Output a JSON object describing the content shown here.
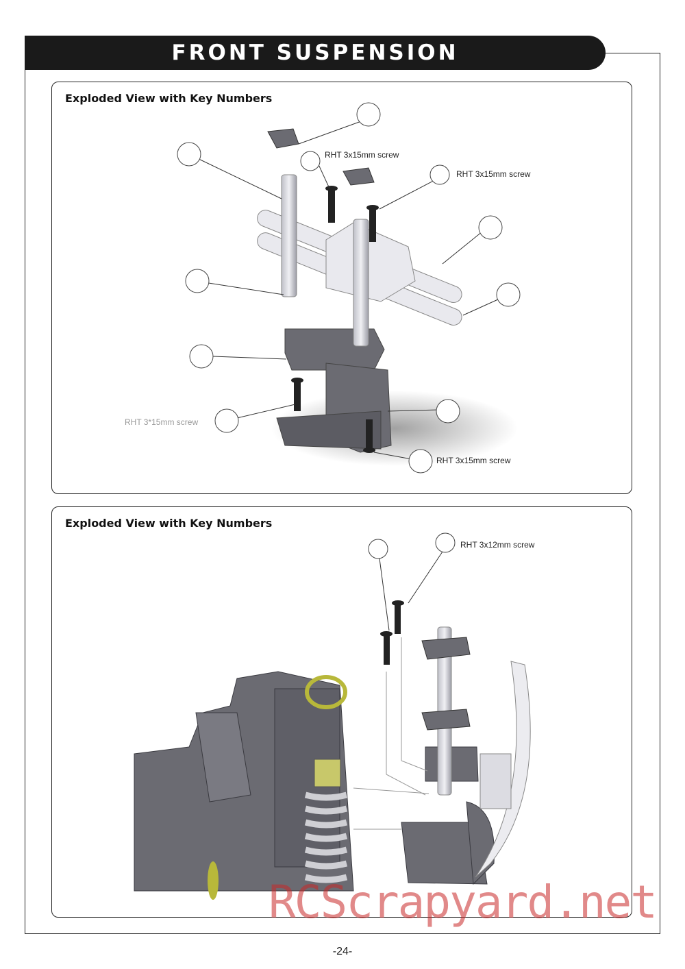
{
  "header": {
    "title": "FRONT SUSPENSION"
  },
  "panel1": {
    "title": "Exploded View with Key Numbers",
    "callouts": {
      "top": "RHT 3x15mm screw",
      "right": "RHT 3x15mm screw",
      "left": "RHT 3*15mm screw",
      "bottom": "RHT 3x15mm screw"
    }
  },
  "panel2": {
    "title": "Exploded View with Key Numbers",
    "callouts": {
      "top": "RHT 3x12mm screw"
    }
  },
  "watermark": "RCScrapyard.net",
  "page_number": "-24-",
  "colors": {
    "header_bg": "#1a1a1a",
    "part_dark": "#6b6b72",
    "part_light": "#e6e6ea",
    "watermark": "#c82828"
  }
}
